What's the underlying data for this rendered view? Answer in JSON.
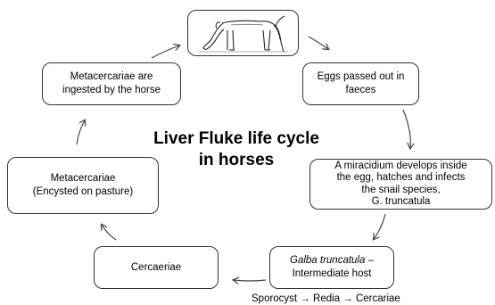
{
  "diagram": {
    "title_lines": [
      "Liver Fluke life cycle",
      "in horses"
    ],
    "nodes": {
      "horse": {
        "image": "grazing-horse-icon"
      },
      "eggs": {
        "lines": [
          "Eggs passed out in",
          "faeces"
        ]
      },
      "miracidium": {
        "lines": [
          "A miracidium develops inside",
          "the egg, hatches and infects",
          "the snail species,",
          "G. truncatula"
        ]
      },
      "snail": {
        "italic": "Galba truncatula",
        "rest": " –",
        "line2": "Intermediate host"
      },
      "cercaeriae": {
        "label": "Cercaeriae"
      },
      "encysted": {
        "lines": [
          "Metacercariae",
          "(Encysted on pasture)"
        ]
      },
      "ingested": {
        "lines": [
          "Metacercariae are",
          "ingested by the horse"
        ]
      }
    },
    "snail_caption": "Sporocyst → Redia → Cercariae"
  }
}
